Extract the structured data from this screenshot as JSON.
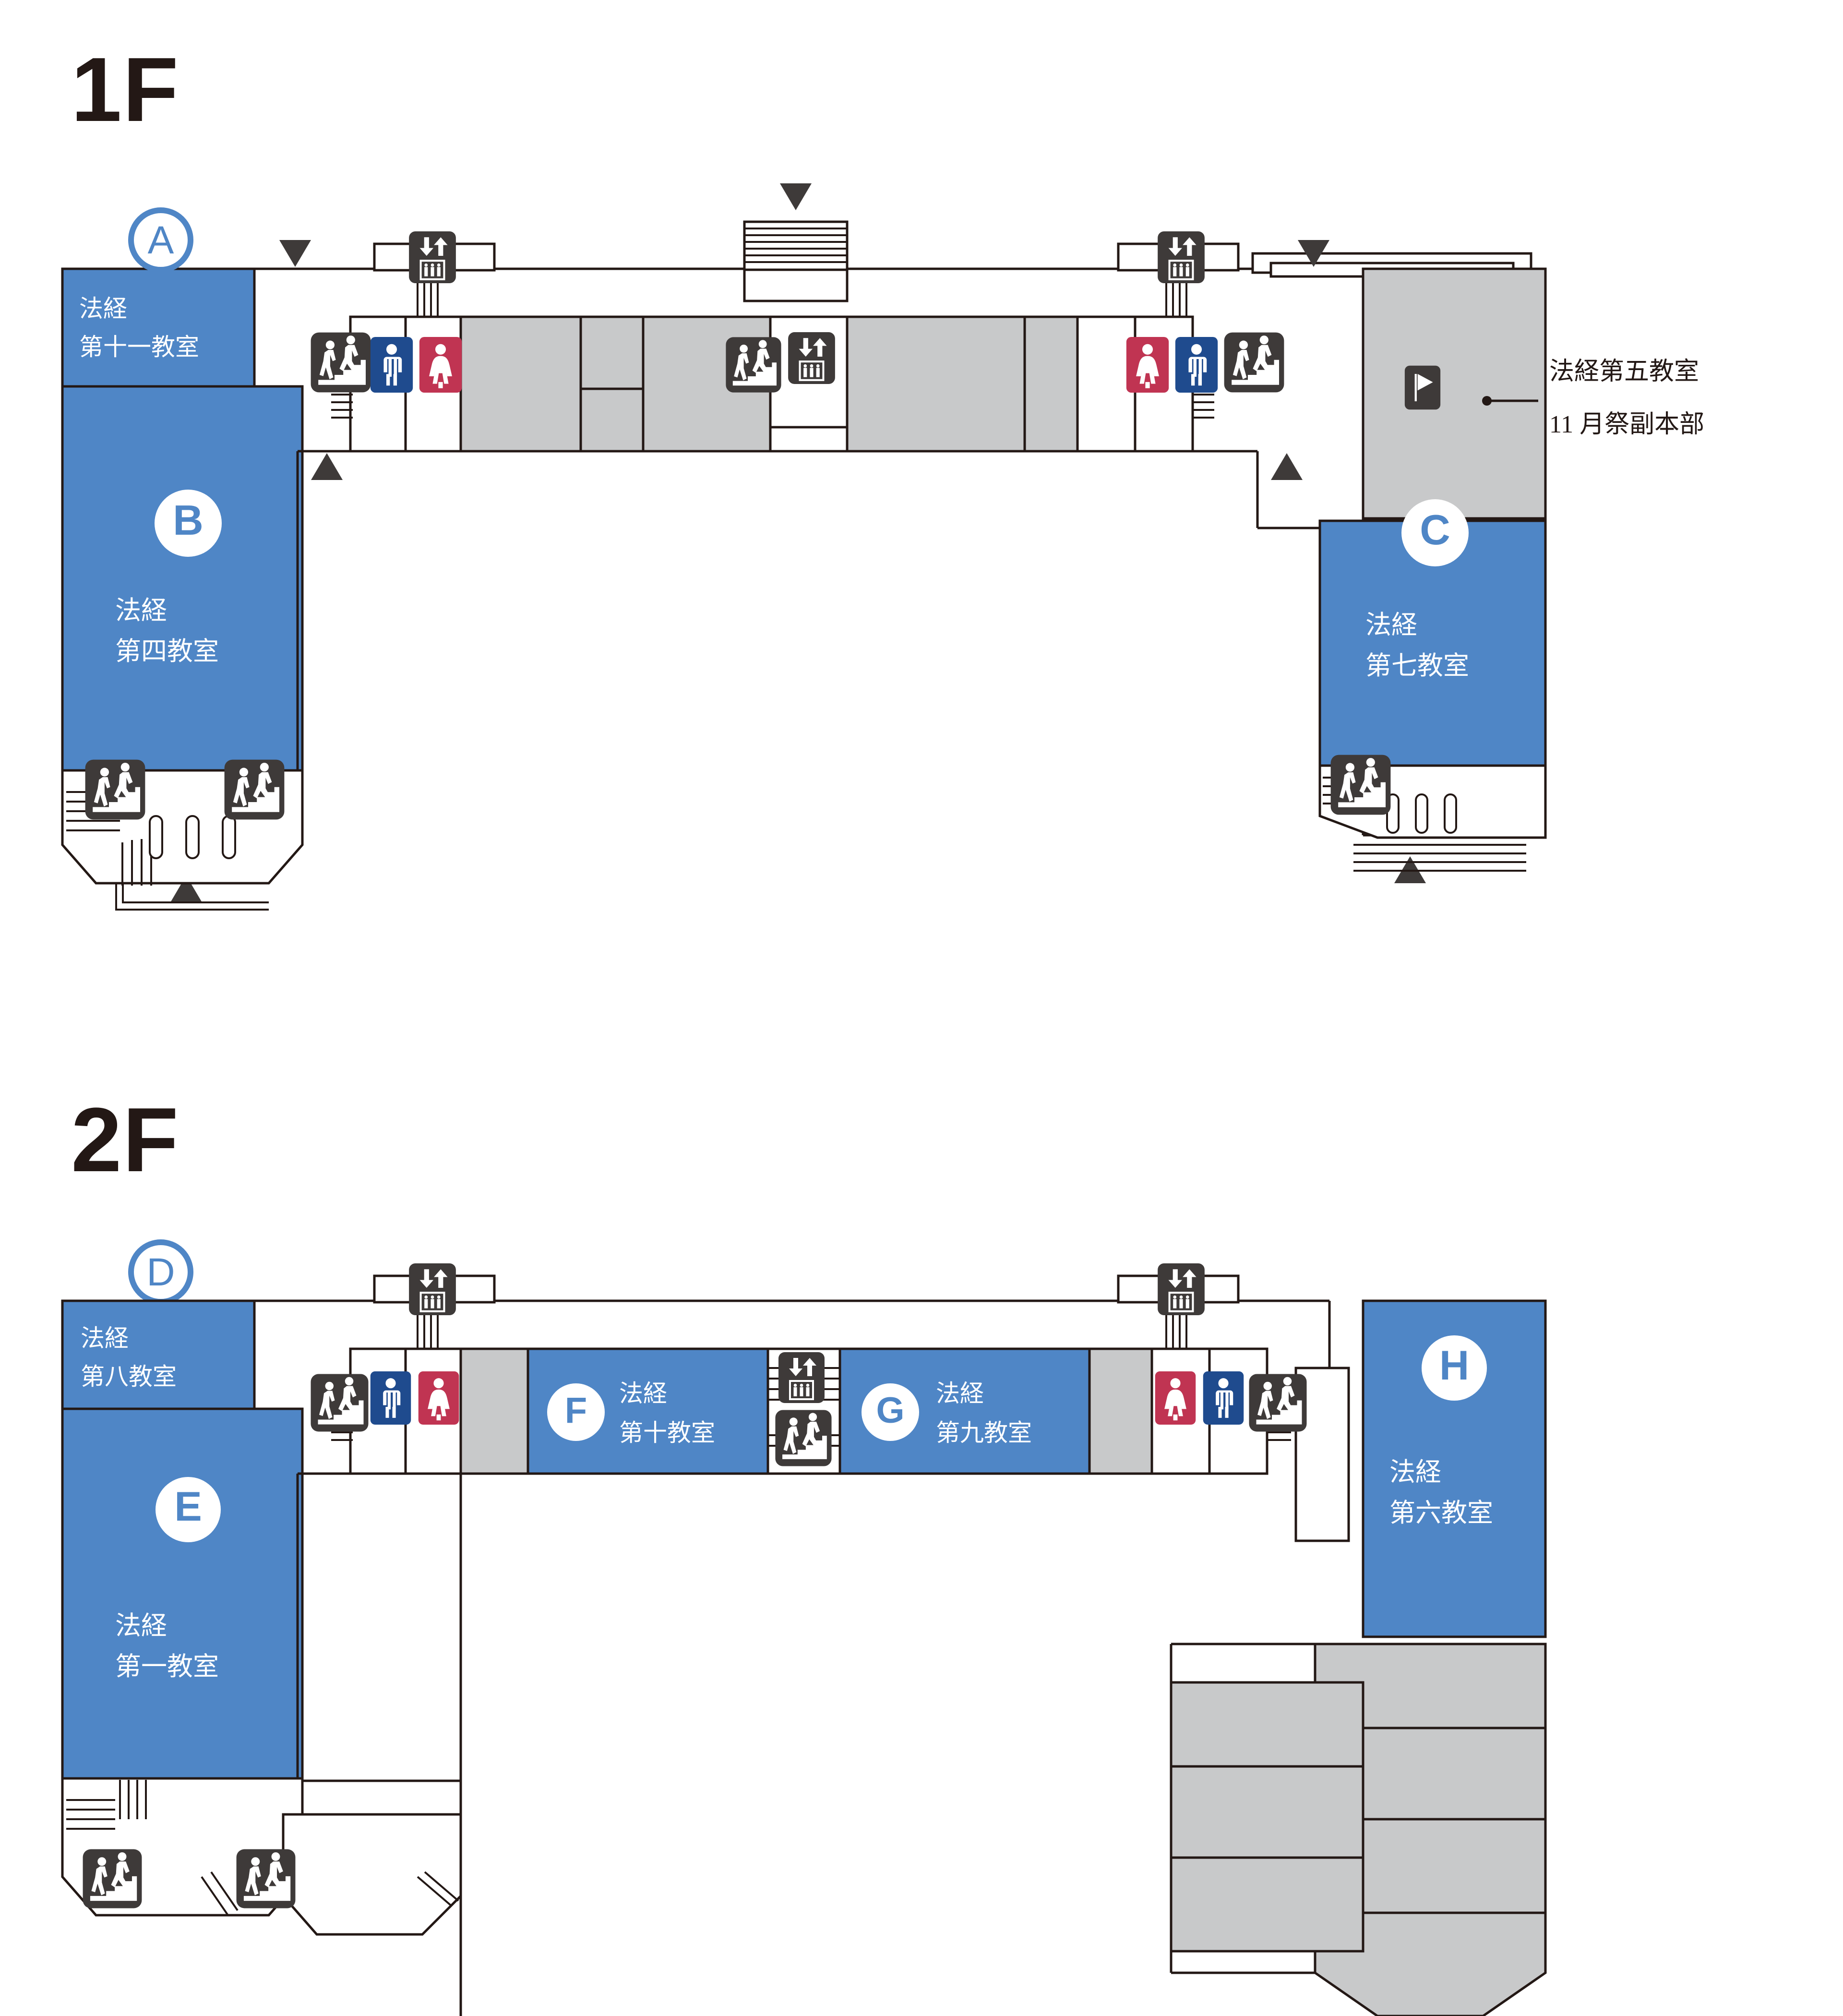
{
  "page": {
    "title_1f": "1F",
    "title_2f": "2F"
  },
  "colors": {
    "room_blue": "#4f86c6",
    "corridor_gray": "#c8c9ca",
    "icon_dark": "#3e3a39",
    "toilet_men": "#1f4b8e",
    "toilet_women": "#c03452",
    "outline": "#231815",
    "white": "#ffffff"
  },
  "floor_1f": {
    "label": "1F",
    "markers": [
      {
        "id": "A",
        "letter": "A",
        "style": "outline-circle",
        "room_line1": "法経",
        "room_line2": "第十一教室",
        "room_name": "法経第十一教室"
      },
      {
        "id": "B",
        "letter": "B",
        "style": "filled-circle",
        "room_line1": "法経",
        "room_line2": "第四教室",
        "room_name": "法経第四教室"
      },
      {
        "id": "C",
        "letter": "C",
        "style": "filled-circle",
        "room_line1": "法経",
        "room_line2": "第七教室",
        "room_name": "法経第七教室"
      }
    ],
    "callout": {
      "line1": "法経第五教室",
      "line2": "11 月祭副本部",
      "icon": "flag-icon"
    },
    "icons": {
      "stairs": "stairs-icon",
      "elevator": "elevator-icon",
      "toilet_men": "mens-toilet-icon",
      "toilet_women": "womens-toilet-icon",
      "entrance_down": "entrance-down-arrow-icon",
      "entrance_up": "entrance-up-arrow-icon",
      "flag": "flag-icon"
    }
  },
  "floor_2f": {
    "label": "2F",
    "markers": [
      {
        "id": "D",
        "letter": "D",
        "style": "outline-circle",
        "room_line1": "法経",
        "room_line2": "第八教室",
        "room_name": "法経第八教室"
      },
      {
        "id": "E",
        "letter": "E",
        "style": "filled-circle",
        "room_line1": "法経",
        "room_line2": "第一教室",
        "room_name": "法経第一教室"
      },
      {
        "id": "F",
        "letter": "F",
        "style": "filled-circle",
        "room_line1": "法経",
        "room_line2": "第十教室",
        "room_name": "法経第十教室"
      },
      {
        "id": "G",
        "letter": "G",
        "style": "filled-circle",
        "room_line1": "法経",
        "room_line2": "第九教室",
        "room_name": "法経第九教室"
      },
      {
        "id": "H",
        "letter": "H",
        "style": "filled-circle",
        "room_line1": "法経",
        "room_line2": "第六教室",
        "room_name": "法経第六教室"
      }
    ],
    "icons": {
      "stairs": "stairs-icon",
      "elevator": "elevator-icon",
      "toilet_men": "mens-toilet-icon",
      "toilet_women": "womens-toilet-icon"
    }
  }
}
